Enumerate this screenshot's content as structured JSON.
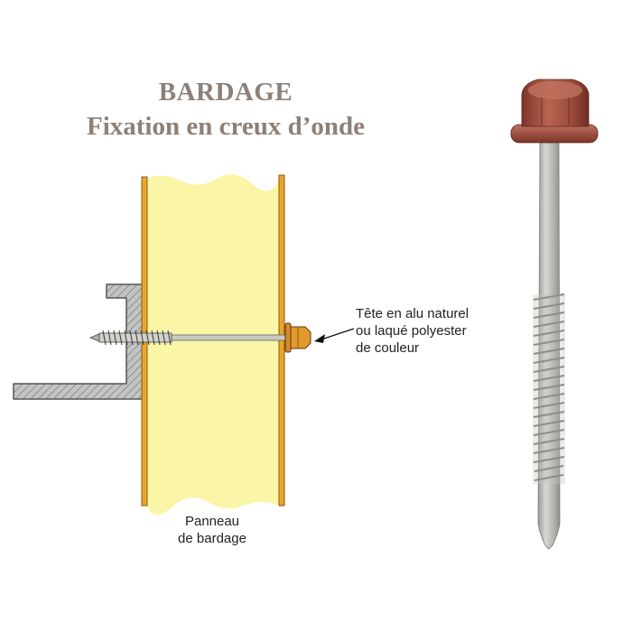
{
  "title": {
    "line1": "BARDAGE",
    "line2": "Fixation en creux d’onde"
  },
  "callout": {
    "line1": "Tête en alu naturel",
    "line2": "ou laqué polyester",
    "line3": "de couleur"
  },
  "panel_label": {
    "line1": "Panneau",
    "line2": "de bardage"
  },
  "colors": {
    "title": "#8c8078",
    "panel_core": "#fbf5a8",
    "panel_skin": "#e8a62a",
    "screw_head": "#9b4a3a",
    "screw_shank": "#b9bbb4",
    "bracket": "#b4b4b4"
  }
}
